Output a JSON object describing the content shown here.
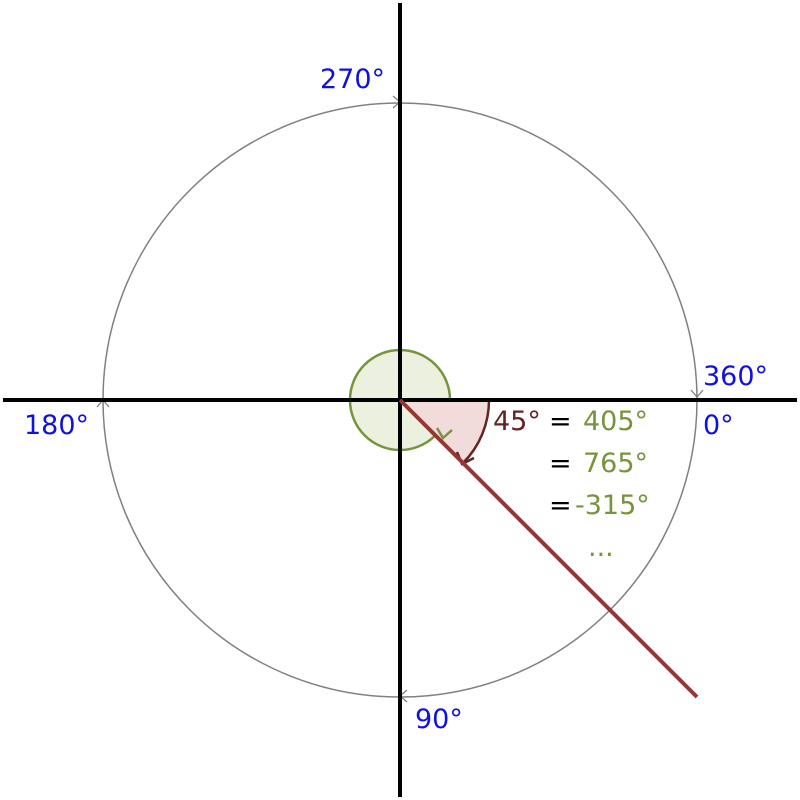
{
  "labels": {
    "deg_270": "270°",
    "deg_360": "360°",
    "deg_0": "0°",
    "deg_180": "180°",
    "deg_90": "90°"
  },
  "angle": {
    "main": "45°",
    "equivalents": [
      "405°",
      "765°",
      "-315°"
    ],
    "equals_sign": "=",
    "ellipsis": "..."
  },
  "colors": {
    "axis": "#000000",
    "circle": "#808080",
    "ray": "#953735",
    "arc_fill": "#f2dcdb",
    "arc_stroke": "#632523",
    "inner_circle_fill": "#ebf1de",
    "inner_circle_stroke": "#77933c",
    "degree_labels": "#1010e0",
    "equivalent_labels": "#77933c",
    "main_angle_label": "#632523"
  }
}
